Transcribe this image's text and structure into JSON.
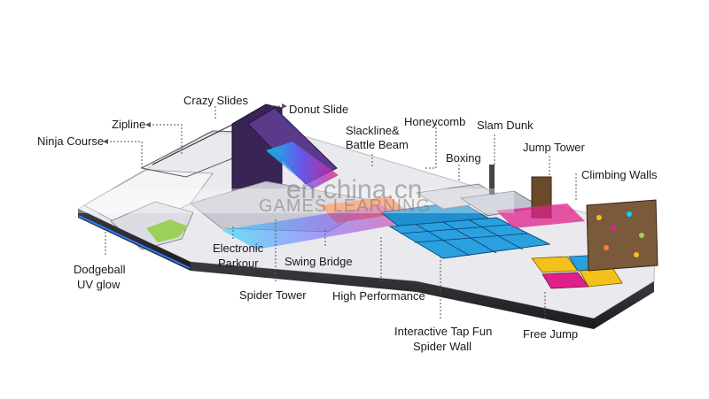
{
  "labels": {
    "crazy_slides": "Crazy Slides",
    "donut_slide": "Donut Slide",
    "zipline": "Zipline",
    "ninja_course": "Ninja Course",
    "slackline_line1": "Slackline&",
    "slackline_line2": "Battle Beam",
    "honeycomb": "Honeycomb",
    "slam_dunk": "Slam Dunk",
    "boxing": "Boxing",
    "jump_tower": "Jump Tower",
    "climbing_walls": "Climbing Walls",
    "electronic_line1": "Electronic",
    "electronic_line2": "Parkour",
    "swing_bridge": "Swing Bridge",
    "dodgeball_line1": "Dodgeball",
    "dodgeball_line2": "UV glow",
    "spider_tower": "Spider Tower",
    "high_performance": "High Performance",
    "interactive_line1": "Interactive Tap Fun",
    "interactive_line2": "Spider Wall",
    "free_jump": "Free Jump"
  },
  "watermark": {
    "site": "en.china.cn",
    "brand": "GAMES LEARNING"
  },
  "colors": {
    "leader_line": "#555555",
    "trampoline_blue": "#1f8fd0",
    "cyan_glow": "#00d8ff",
    "magenta_glow": "#e0208a",
    "yellow_pad": "#f2c21a",
    "dark_frame": "#2a2a2e"
  }
}
